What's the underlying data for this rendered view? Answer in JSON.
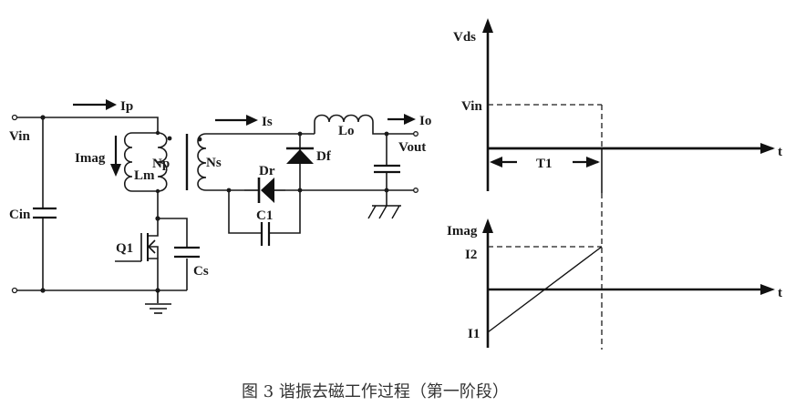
{
  "figure": {
    "caption": "图 3  谐振去磁工作过程（第一阶段）"
  },
  "circuit": {
    "labels": {
      "vin": "Vin",
      "ip": "Ip",
      "imag": "Imag",
      "lm": "Lm",
      "np": "Np",
      "cin": "Cin",
      "q1": "Q1",
      "cs": "Cs",
      "is": "Is",
      "ns": "Ns",
      "dr": "Dr",
      "c1": "C1",
      "df": "Df",
      "lo": "Lo",
      "io": "Io",
      "vout": "Vout"
    },
    "icons": [
      "current-arrow-icon",
      "inductor-icon",
      "transformer-core-icon",
      "diode-icon",
      "capacitor-icon",
      "mosfet-icon",
      "ground-icon",
      "terminal-icon",
      "polarity-dot-icon"
    ]
  },
  "chart_data": [
    {
      "type": "line",
      "title": "",
      "ylabel": "Vds",
      "xlabel": "t",
      "y_ticks": [
        {
          "label": "Vin",
          "value": 1
        }
      ],
      "ylim": [
        0,
        1.8
      ],
      "xlim": [
        0,
        2.5
      ],
      "marker_time": 1,
      "interval_label": "T1",
      "interval": [
        0,
        1
      ],
      "series": [
        {
          "name": "Vds",
          "x": [
            0,
            1,
            2.5
          ],
          "y": [
            0,
            0,
            0
          ]
        }
      ],
      "reference_lines": [
        {
          "name": "Vin level",
          "value": 1,
          "x_range": [
            0,
            1
          ],
          "style": "dashed"
        }
      ],
      "grid": false
    },
    {
      "type": "line",
      "title": "",
      "ylabel": "Imag",
      "xlabel": "t",
      "y_ticks": [
        {
          "label": "I2",
          "value": 1
        },
        {
          "label": "I1",
          "value": -1.0
        }
      ],
      "ylim": [
        -1.2,
        1.6
      ],
      "xlim": [
        0,
        2.5
      ],
      "marker_time": 1,
      "series": [
        {
          "name": "Imag",
          "x": [
            0,
            1
          ],
          "y": [
            -1.0,
            1
          ]
        }
      ],
      "reference_lines": [
        {
          "name": "I2 level",
          "value": 1,
          "x_range": [
            0,
            1
          ],
          "style": "dashed"
        }
      ],
      "grid": false
    }
  ]
}
